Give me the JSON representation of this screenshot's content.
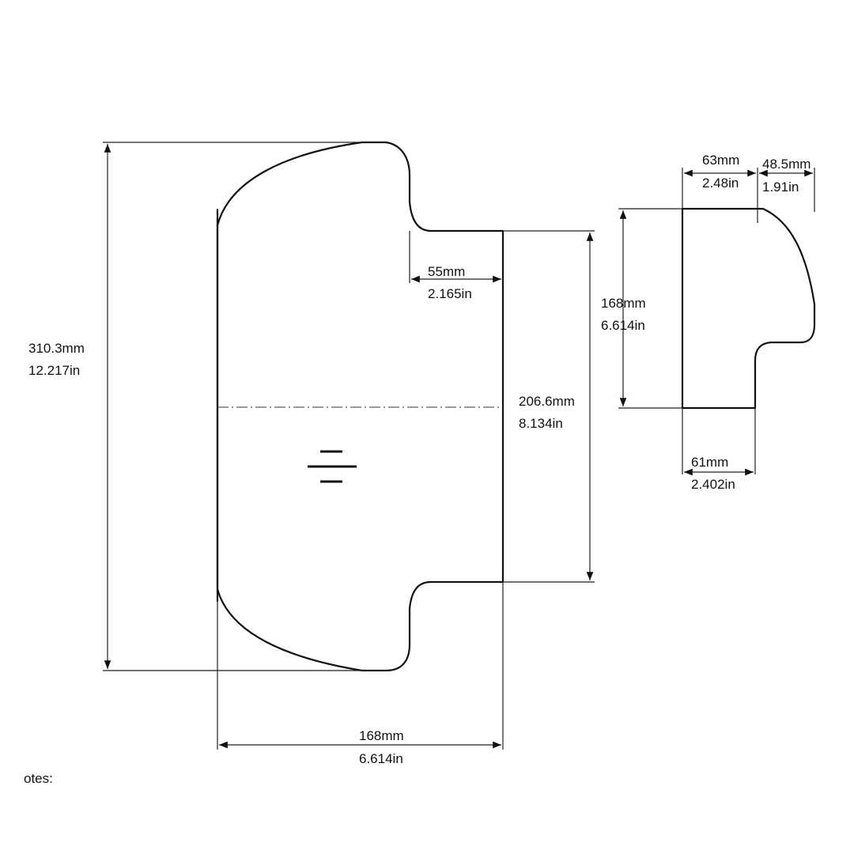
{
  "dimensions": {
    "overall_height": {
      "mm": "310.3mm",
      "in": "12.217in"
    },
    "notch_depth": {
      "mm": "55mm",
      "in": "2.165in"
    },
    "body_height": {
      "mm": "206.6mm",
      "in": "8.134in"
    },
    "body_width": {
      "mm": "168mm",
      "in": "6.614in"
    },
    "side_height": {
      "mm": "168mm",
      "in": "6.614in"
    },
    "side_top_width": {
      "mm": "63mm",
      "in": "2.48in"
    },
    "side_bulge_width": {
      "mm": "48.5mm",
      "in": "1.91in"
    },
    "side_bottom_width": {
      "mm": "61mm",
      "in": "2.402in"
    }
  },
  "notes_label": "otes:"
}
